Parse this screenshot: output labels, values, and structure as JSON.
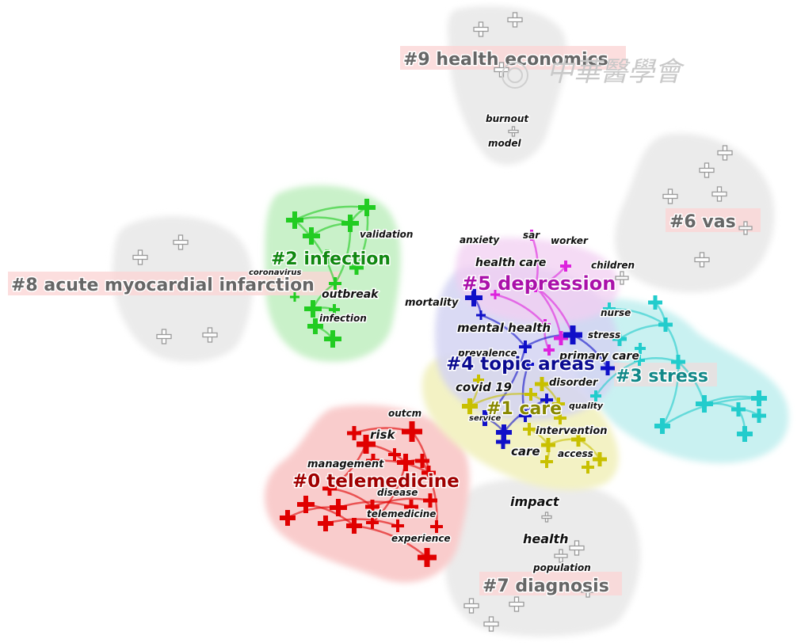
{
  "watermark": "中華醫學會",
  "colors": {
    "c0": "#e00000",
    "c1": "#c8c000",
    "c2": "#22cc22",
    "c3": "#22cccc",
    "c4": "#1010c8",
    "c5": "#dd22dd",
    "gray": "#9a9a9a",
    "c0_label": "#a00000",
    "c1_label": "#888800",
    "c2_label": "#118811",
    "c3_label": "#118888",
    "c4_label": "#0a0a90",
    "c5_label": "#aa11aa",
    "gray_label": "#666666"
  },
  "clusters": [
    {
      "id": "c0",
      "label": "#0 telemedicine"
    },
    {
      "id": "c1",
      "label": "#1 care"
    },
    {
      "id": "c2",
      "label": "#2 infection"
    },
    {
      "id": "c3",
      "label": "#3 stress"
    },
    {
      "id": "c4",
      "label": "#4 topic areas"
    },
    {
      "id": "c5",
      "label": "#5 depression"
    },
    {
      "id": "c6",
      "label": "#6 vas"
    },
    {
      "id": "c7",
      "label": "#7 diagnosis"
    },
    {
      "id": "c8",
      "label": "#8 acute myocardial infarction"
    },
    {
      "id": "c9",
      "label": "#9 health economics"
    }
  ],
  "keywords": [
    "burnout",
    "model",
    "validation",
    "coronavirus",
    "outbreak",
    "infection",
    "anxiety",
    "sar",
    "worker",
    "health care",
    "children",
    "mortality",
    "mental health",
    "nurse",
    "stress",
    "prevalence",
    "primary care",
    "disorder",
    "covid 19",
    "quality",
    "service",
    "intervention",
    "care",
    "access",
    "outcm",
    "risk",
    "management",
    "disease",
    "telemedicine",
    "experience",
    "impact",
    "health",
    "population"
  ]
}
